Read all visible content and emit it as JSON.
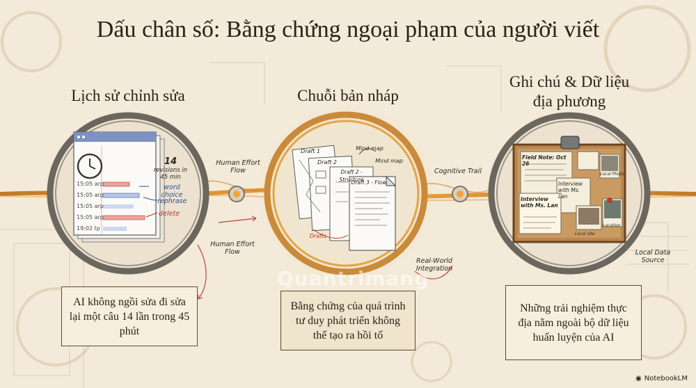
{
  "title": "Dấu chân số: Bằng chứng ngoại phạm của người viết",
  "columns": [
    {
      "title": "Lịch sử chỉnh sửa",
      "caption": "AI không ngồi sửa đi sửa lại một câu 14 lần trong 45 phút",
      "revisions_number": "14",
      "revisions_text": "revisions in 45 min",
      "timestamps": [
        "15:05 arp",
        "15:05 arp",
        "15:05 arp",
        "15:05 arp",
        "19:02 tp"
      ],
      "edit_labels": [
        "word choice",
        "rephrase",
        "delete"
      ]
    },
    {
      "title": "Chuỗi bản nháp",
      "caption": "Bằng chứng của quá trình tư duy phát triển không thể tạo ra hồi tố",
      "drafts": [
        "Draft 1",
        "Draft 2",
        "Draft 2 - Structure",
        "Draft 3 - Flow"
      ],
      "mind_maps": [
        "Mind map",
        "Mind map"
      ],
      "drafts_label": "Drafts"
    },
    {
      "title_line1": "Ghi chú & Dữ liệu",
      "title_line2": "địa phương",
      "caption": "Những trải nghiệm thực địa nằm ngoài bộ dữ liệu huấn luyện của AI",
      "field_note": "Field Note: Oct 26",
      "interview_1": "Interview with Ms. Lan",
      "interview_2": "Interview with Ms. Lan",
      "photo_labels": [
        "Local Photo",
        "Local site",
        "Location"
      ]
    }
  ],
  "flow_labels": {
    "human_effort_1": "Human Effort Flow",
    "human_effort_2_line1": "Human Effort",
    "human_effort_2_line2": "Flow",
    "cognitive_trail": "Cognitive Trail",
    "real_world_line1": "Real-World",
    "real_world_line2": "Integration",
    "local_data_line1": "Local Data",
    "local_data_line2": "Source"
  },
  "watermark": "Quantrimang",
  "brand": "NotebookLM",
  "colors": {
    "background": "#f3ead9",
    "flow_orange": "#e39a2d",
    "ring_dark": "#6b665e",
    "box_border": "#5a4a34",
    "edit_blue": "#2a4f9e",
    "edit_red": "#b0392e"
  }
}
